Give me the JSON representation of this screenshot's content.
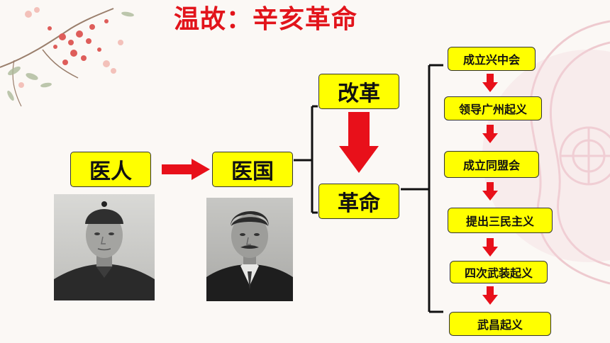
{
  "title": "温故：辛亥革命",
  "boxes": {
    "doctor_person": "医人",
    "doctor_nation": "医国",
    "reform": "改革",
    "revolution": "革命"
  },
  "events": [
    "成立兴中会",
    "领导广州起义",
    "成立同盟会",
    "提出三民主义",
    "四次武装起义",
    "武昌起义"
  ],
  "colors": {
    "title": "#e2141b",
    "box_fill": "#ffff00",
    "arrow": "#e8101a",
    "brace": "#111111"
  }
}
